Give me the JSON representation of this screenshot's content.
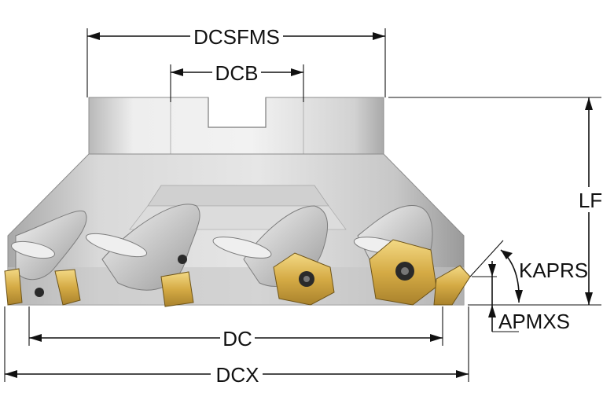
{
  "diagram": {
    "labels": {
      "dcsfms": "DCSFMS",
      "dcb": "DCB",
      "lf": "LF",
      "kaprs": "KAPRS",
      "apmxs": "APMXS",
      "dc": "DC",
      "dcx": "DCX"
    },
    "colors": {
      "body_light": "#e8e8e8",
      "body_mid": "#c9c9c9",
      "body_dark": "#8f8f8f",
      "insert_gold": "#c9a238",
      "insert_gold_light": "#f0d27a",
      "line": "#111111"
    }
  }
}
